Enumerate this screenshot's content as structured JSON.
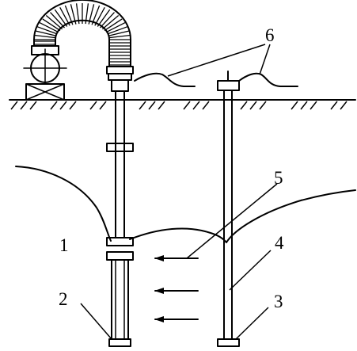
{
  "labels": {
    "well_point": "1",
    "filter": "2",
    "sand_plug": "3",
    "riser_pipe": "4",
    "water_flow": "5",
    "pump_connection": "6"
  }
}
